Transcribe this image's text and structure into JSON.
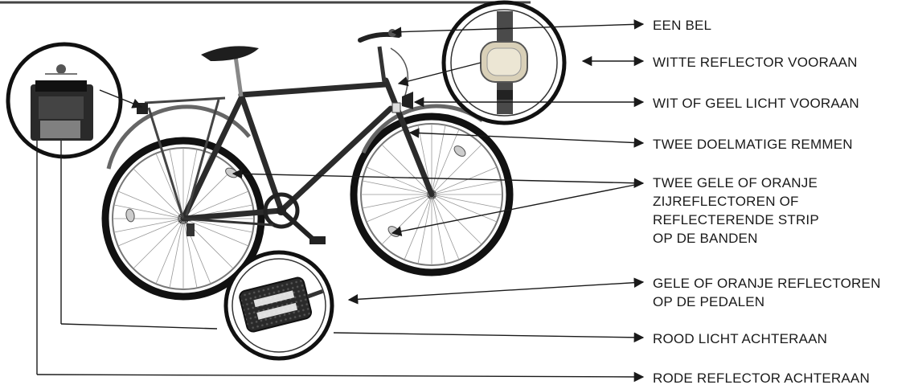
{
  "labels": {
    "bel": "EEN BEL",
    "witte_reflector": "WITTE REFLECTOR VOORAAN",
    "licht_vooraan": "WIT OF GEEL LICHT VOORAAN",
    "remmen": "TWEE DOELMATIGE REMMEN",
    "zijreflectoren": [
      "TWEE GELE OF ORANJE",
      "ZIJREFLECTOREN OF",
      "REFLECTERENDE STRIP",
      "OP DE BANDEN"
    ],
    "pedalen": [
      "GELE OF ORANJE REFLECTOREN",
      "OP DE PEDALEN"
    ],
    "rood_licht": "ROOD LICHT ACHTERAAN",
    "rode_reflector": "RODE REFLECTOR ACHTERAAN"
  },
  "colors": {
    "ink": "#1a1a1a",
    "frame": "#2b2b2b",
    "tire": "#111111",
    "reflector": "#d9d0b8",
    "background": "#ffffff"
  }
}
